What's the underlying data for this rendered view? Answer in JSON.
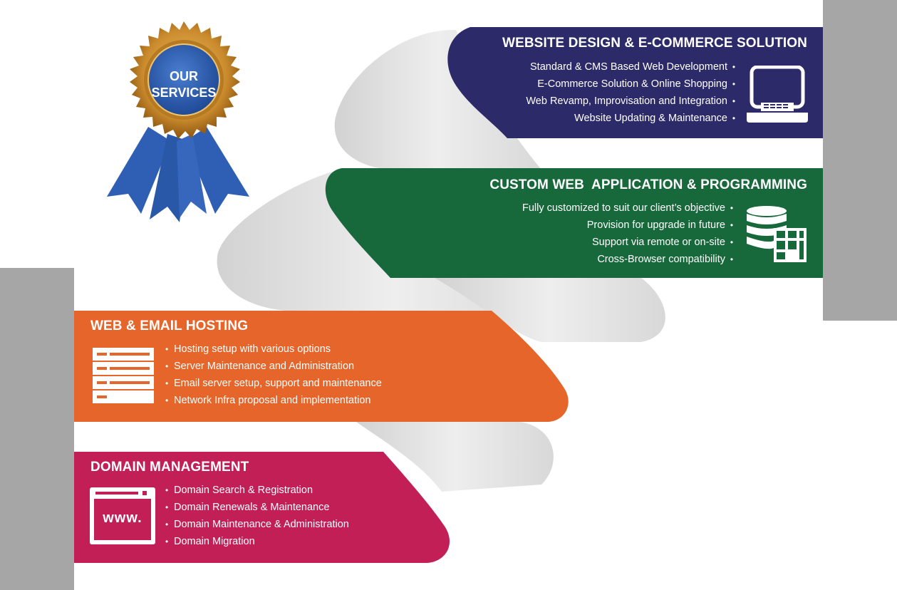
{
  "badge": {
    "line1": "OUR",
    "line2": "SERVICES"
  },
  "colors": {
    "navy": "#2c2a69",
    "green": "#17683b",
    "orange": "#e5652a",
    "magenta": "#c11f55",
    "ribbon": "#e4e4e4",
    "grey_bar": "#a6a6a6",
    "medal_gold": "#c98a2c",
    "medal_blue": "#2f5fb4"
  },
  "services": [
    {
      "title": "WEBSITE DESIGN & E-COMMERCE SOLUTION",
      "icon": "laptop-icon",
      "items": [
        "Standard & CMS Based Web Development",
        "E-Commerce Solution & Online Shopping",
        "Web Revamp, Improvisation and Integration",
        "Website Updating & Maintenance"
      ]
    },
    {
      "title": "CUSTOM WEB  APPLICATION & PROGRAMMING",
      "icon": "database-table-icon",
      "items": [
        "Fully customized to suit our client’s objective",
        "Provision for upgrade in future",
        "Support via remote or on-site",
        "Cross-Browser compatibility"
      ]
    },
    {
      "title": "WEB & EMAIL HOSTING",
      "icon": "server-rack-icon",
      "items": [
        "Hosting setup with various options",
        "Server Maintenance and Administration",
        "Email server setup, support and maintenance",
        "Network Infra proposal and implementation"
      ]
    },
    {
      "title": "DOMAIN MANAGEMENT",
      "icon": "www-browser-icon",
      "icon_text": "www.",
      "items": [
        "Domain Search & Registration",
        "Domain Renewals & Maintenance",
        "Domain Maintenance & Administration",
        "Domain Migration"
      ]
    }
  ]
}
